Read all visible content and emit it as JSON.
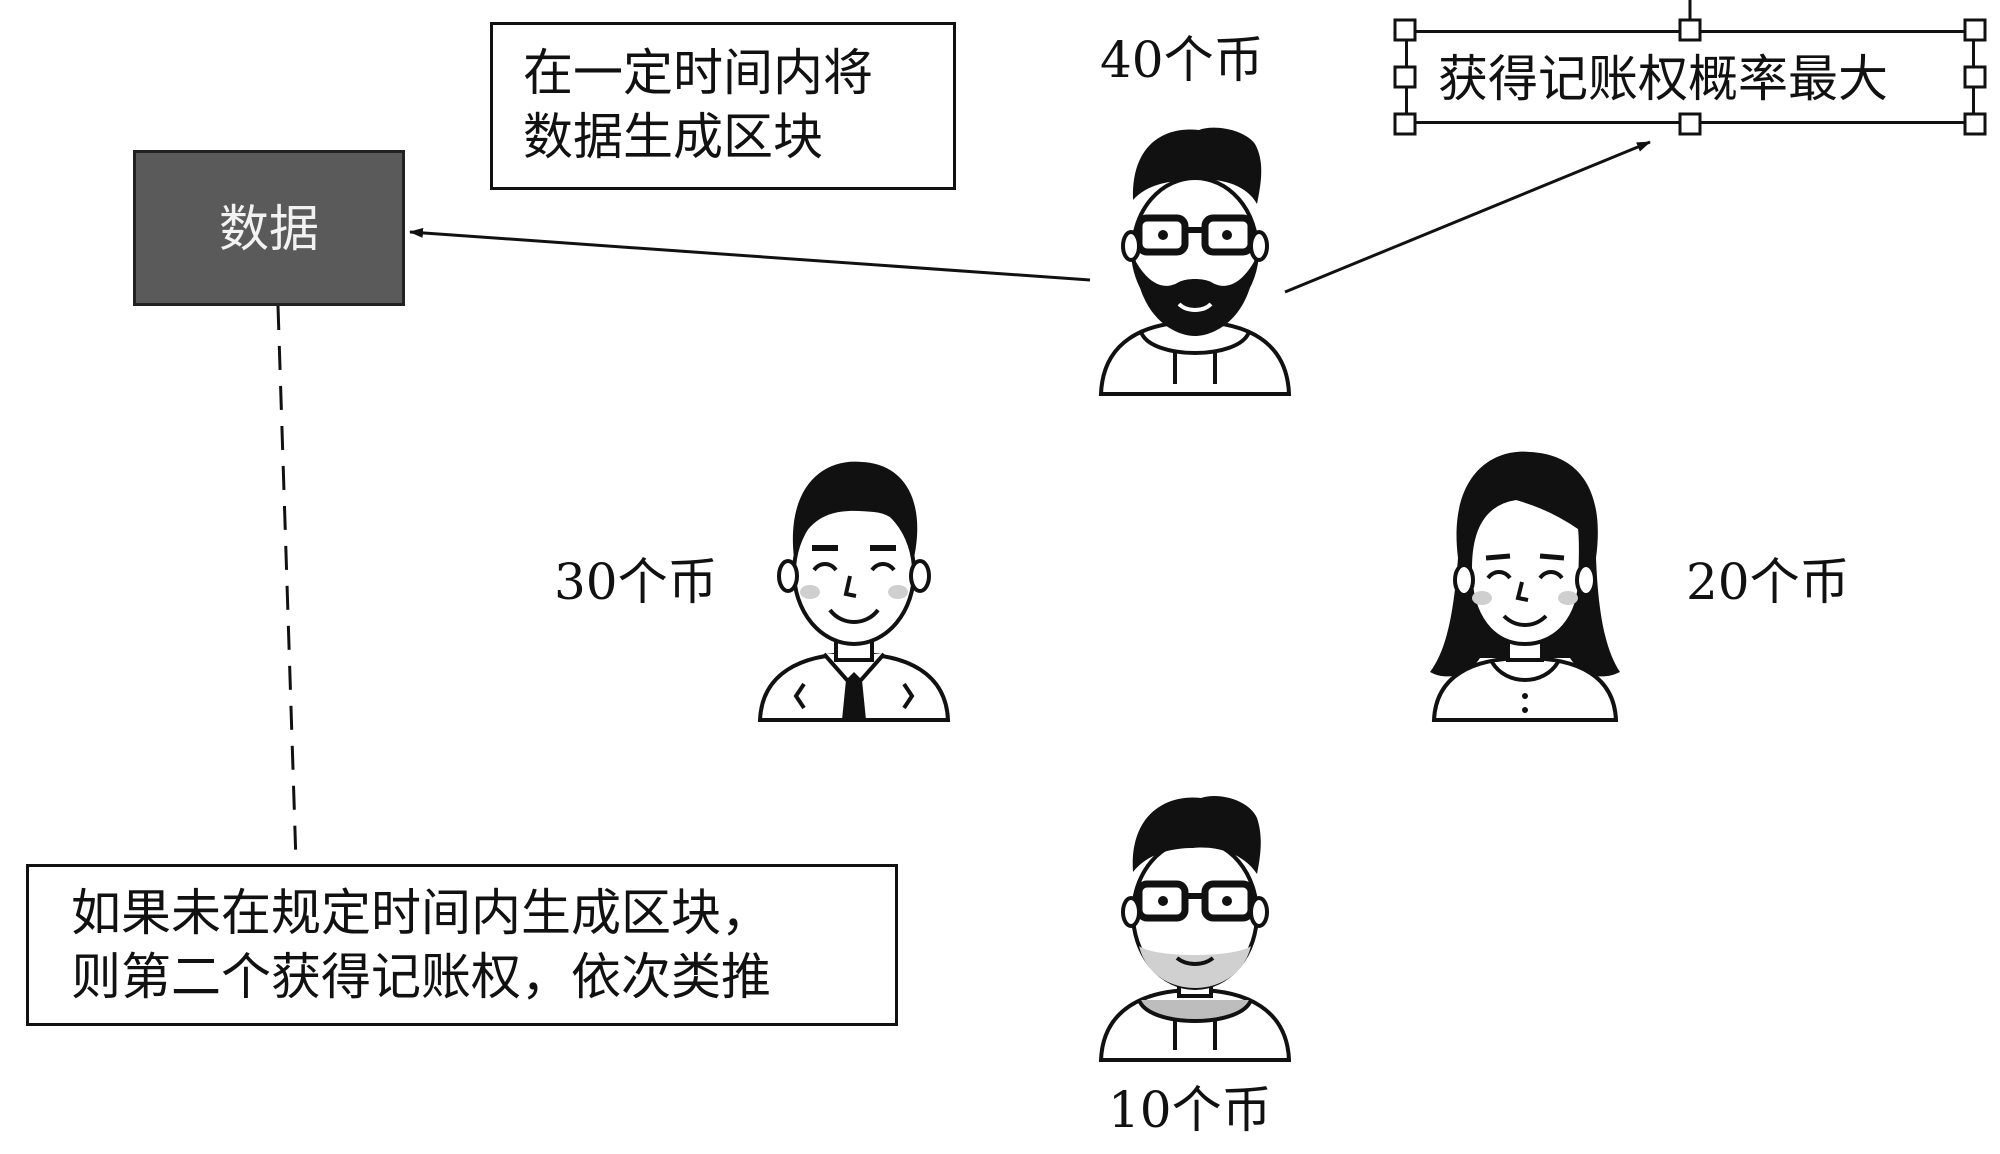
{
  "data_box": {
    "label": "数据"
  },
  "note_top": {
    "line1": "在一定时间内将",
    "line2": "数据生成区块"
  },
  "note_selected": {
    "text": "获得记账权概率最大"
  },
  "note_bottom": {
    "line1": "如果未在规定时间内生成区块，",
    "line2": "则第二个获得记账权，依次类推"
  },
  "coins": {
    "user1": "40个币",
    "user2": "30个币",
    "user3": "20个币",
    "user4": "10个币"
  },
  "colors": {
    "data_box_fill": "#5a5a5a",
    "line": "#111111",
    "blush": "#cfcfcf"
  }
}
